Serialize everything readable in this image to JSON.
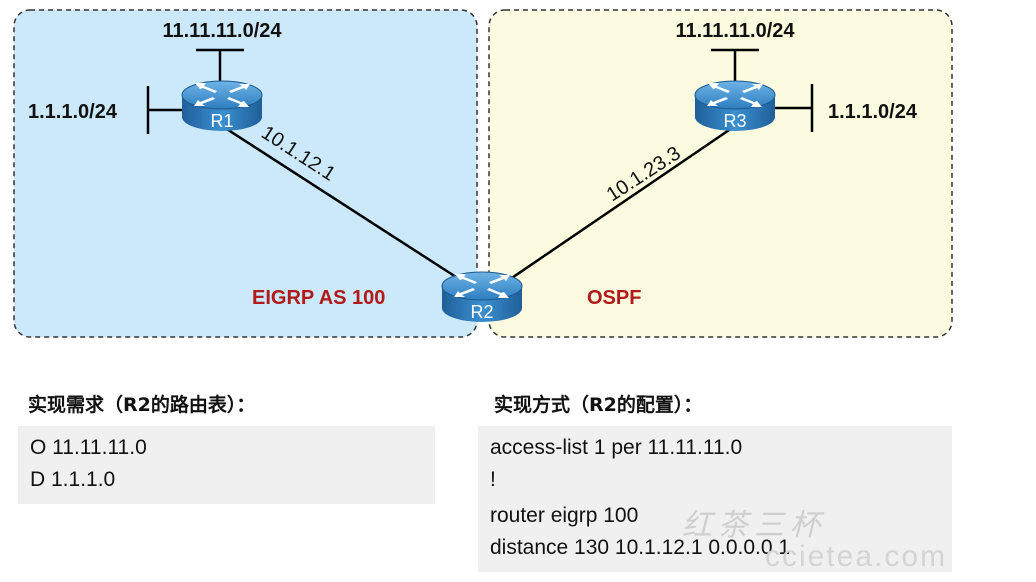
{
  "diagram": {
    "routers": [
      {
        "id": "R1",
        "label": "R1"
      },
      {
        "id": "R2",
        "label": "R2"
      },
      {
        "id": "R3",
        "label": "R3"
      }
    ],
    "networks": {
      "r1_top": "11.11.11.0/24",
      "r1_left": "1.1.1.0/24",
      "r3_top": "11.11.11.0/24",
      "r3_right": "1.1.1.0/24"
    },
    "links": {
      "r1_r2": "10.1.12.1",
      "r3_r2": "10.1.23.3"
    },
    "protocols": {
      "left": "EIGRP AS 100",
      "right": "OSPF"
    },
    "colors": {
      "eigrp_zone": "#cbe9fb",
      "ospf_zone": "#fcfbe0",
      "router_body": "#2f7fbf",
      "protocol_text": "#b01a1a"
    }
  },
  "requirement": {
    "heading": "实现需求（R2的路由表）：",
    "lines": [
      "O 11.11.11.0",
      "D 1.1.1.0"
    ]
  },
  "implementation": {
    "heading": "实现方式（R2的配置）：",
    "lines": [
      "access-list 1 per 11.11.11.0",
      "!",
      "router eigrp 100",
      "distance 130  10.1.12.1 0.0.0.0 1"
    ]
  },
  "watermark": {
    "chinese": "红茶三杯",
    "site": "ccietea.com"
  }
}
